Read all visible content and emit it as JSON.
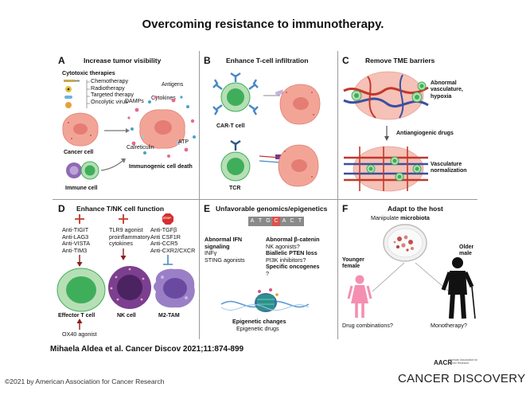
{
  "title": "Overcoming resistance to immunotherapy.",
  "panels": {
    "A": {
      "letter": "A",
      "title": "Increase tumor visibility",
      "cytotoxic_heading": "Cytotoxic therapies",
      "therapies": [
        "Chemotherapy",
        "Radiotherapy",
        "Targeted therapy",
        "Oncolytic virus"
      ],
      "labels": {
        "antigens": "Antigens",
        "cytokines": "Cytokines",
        "damps": "DAMPs",
        "calreticulin": "Calreticulin",
        "atp": "ATP",
        "cancer_cell": "Cancer cell",
        "immune_cell": "Immune cell",
        "icd": "Immunogenic cell death"
      }
    },
    "B": {
      "letter": "B",
      "title": "Enhance T-cell infiltration",
      "car_t": "CAR-T cell",
      "tcr": "TCR"
    },
    "C": {
      "letter": "C",
      "title": "Remove TME barriers",
      "abnormal": "Abnormal vasculature, hypoxia",
      "drugs": "Antiangiogenic drugs",
      "normalization": "Vasculature normalization"
    },
    "D": {
      "letter": "D",
      "title": "Enhance T/NK cell function",
      "col1": [
        "Anti-TIGIT",
        "Anti-LAG3",
        "Anti-VISTA",
        "Anti-TIM3"
      ],
      "col2": [
        "TLR9 agonist",
        "proinflammatory",
        "cytokines"
      ],
      "col3": [
        "Anti-TGFβ",
        "Anti CSF1R",
        "Anti-CCR5",
        "Anti-CXR2/CXCR"
      ],
      "stop": "STOP",
      "effector": "Effector T cell",
      "nk": "NK cell",
      "m2": "M2-TAM",
      "ox40": "OX40 agonist"
    },
    "E": {
      "letter": "E",
      "title": "Unfavorable genomics/epigenetics",
      "dna_letters": [
        "A",
        "T",
        "G",
        "C",
        "A",
        "C",
        "T"
      ],
      "ifn_title": "Abnormal IFN signaling",
      "ifn_items": [
        "INFγ",
        "STING agonists"
      ],
      "bcat_title": "Abnormal β-catenin",
      "bcat_item": "NK agonists?",
      "pten_title": "Biallelic PTEN loss",
      "pten_item": "PI3K inhibitors?",
      "onc_title": "Specific oncogenes",
      "onc_item": "?",
      "epi_title": "Epigenetic changes",
      "epi_item": "Epigenetic drugs"
    },
    "F": {
      "letter": "F",
      "title": "Adapt to the host",
      "microbiota_prefix": "Manipulate ",
      "microbiota": "microbiota",
      "younger": "Younger female",
      "older": "Older male",
      "combo": "Drug combinations?",
      "mono": "Monotherapy?"
    }
  },
  "citation": "Mihaela Aldea et al. Cancer Discov 2021;11:874-899",
  "copyright": "©2021 by American Association for Cancer Research",
  "journal": "CANCER DISCOVERY",
  "aacr": "AACR",
  "aacr_sub": "American Association for Cancer Research",
  "colors": {
    "cancer": "#f2a597",
    "tcell_green": "#3fae5a",
    "nk_purple": "#7b3f8f",
    "tam_purple": "#9b7fc6",
    "red_inhibit": "#c0392b",
    "blue_block": "#4a88c2",
    "female_pink": "#f48fb1",
    "male_black": "#111111"
  }
}
